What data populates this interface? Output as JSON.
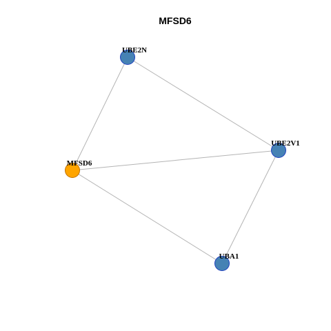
{
  "title": "MFSD6",
  "colors": {
    "focus_fill": "#FFA500",
    "focus_stroke": "#C07000",
    "node_fill": "#4682B4",
    "node_stroke": "#1E3FBF",
    "edge": "#B3B3B3"
  },
  "network": {
    "nodes": [
      {
        "id": "UBE2N",
        "label": "UBE2N",
        "focus": false
      },
      {
        "id": "UBE2V1",
        "label": "UBE2V1",
        "focus": false
      },
      {
        "id": "MFSD6",
        "label": "MFSD6",
        "focus": true
      },
      {
        "id": "UBA1",
        "label": "UBA1",
        "focus": false
      }
    ],
    "edges": [
      {
        "source": "UBE2N",
        "target": "UBE2V1"
      },
      {
        "source": "UBE2N",
        "target": "MFSD6"
      },
      {
        "source": "UBE2V1",
        "target": "MFSD6"
      },
      {
        "source": "UBE2V1",
        "target": "UBA1"
      },
      {
        "source": "MFSD6",
        "target": "UBA1"
      }
    ]
  }
}
